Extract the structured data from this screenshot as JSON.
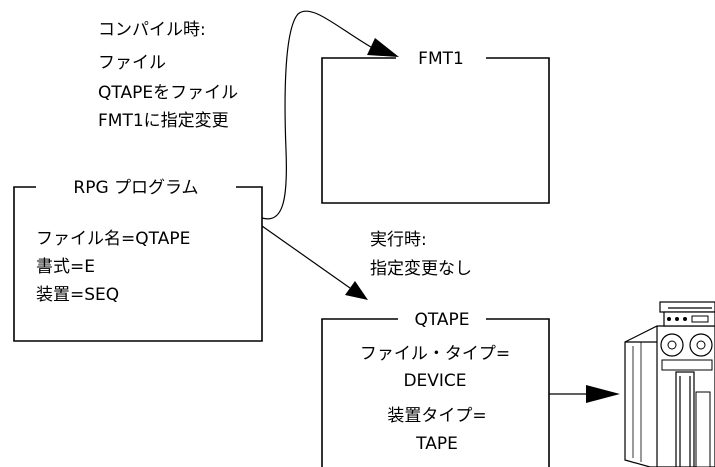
{
  "annotations": {
    "compile": [
      "コンパイル時:",
      "ファイル",
      "QTAPEをファイル",
      "FMT1に指定変更"
    ],
    "runtime": [
      "実行時:",
      "指定変更なし"
    ]
  },
  "program_box": {
    "title": "RPG プログラム",
    "lines": [
      "ファイル名=QTAPE",
      "書式=E",
      "装置=SEQ"
    ]
  },
  "fmt1_box": {
    "title": "FMT1"
  },
  "qtape_box": {
    "title": "QTAPE",
    "lines": [
      "ファイル・タイプ=",
      "DEVICE",
      "装置タイプ=",
      "TAPE"
    ]
  }
}
